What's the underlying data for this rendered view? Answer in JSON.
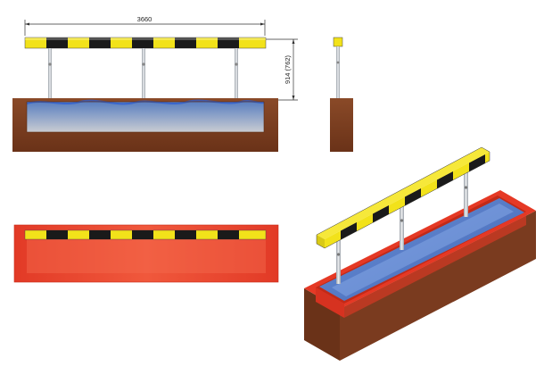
{
  "dimensions": {
    "width_label": "3660",
    "height_label": "914 (762)"
  },
  "colors": {
    "background": "#ffffff",
    "soil": "#7a3b1f",
    "water": "#4a78c8",
    "red_paint": "#e53925",
    "stripe_yellow": "#f2e21a",
    "stripe_black": "#1a1a1a",
    "post_metal": "#c8ccd2"
  },
  "views": [
    "front-elevation",
    "side-elevation",
    "top-plan",
    "isometric"
  ]
}
